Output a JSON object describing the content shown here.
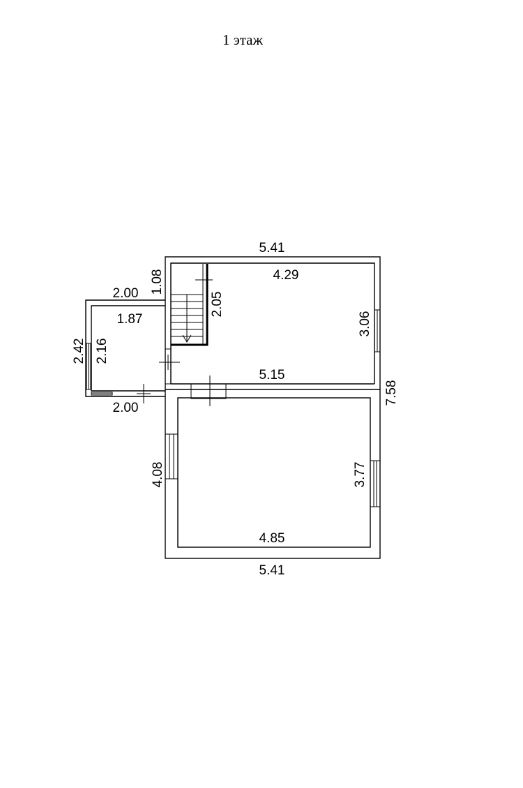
{
  "title": "1 этаж",
  "dimensions": {
    "top_outer_width": "5.41",
    "top_inner_width": "4.29",
    "porch_outer_width": "2.00",
    "porch_inner_width": "1.87",
    "porch_bottom_width": "2.00",
    "small_vertical": "1.08",
    "stair_height": "2.05",
    "porch_outer_height": "2.42",
    "porch_inner_height": "2.16",
    "upper_right_height": "3.06",
    "partition_width": "5.15",
    "total_height": "7.58",
    "lower_left_height": "4.08",
    "lower_right_height": "3.77",
    "lower_inner_width": "4.85",
    "bottom_outer_width": "5.41"
  },
  "colors": {
    "line": "#000000",
    "background": "#ffffff"
  }
}
